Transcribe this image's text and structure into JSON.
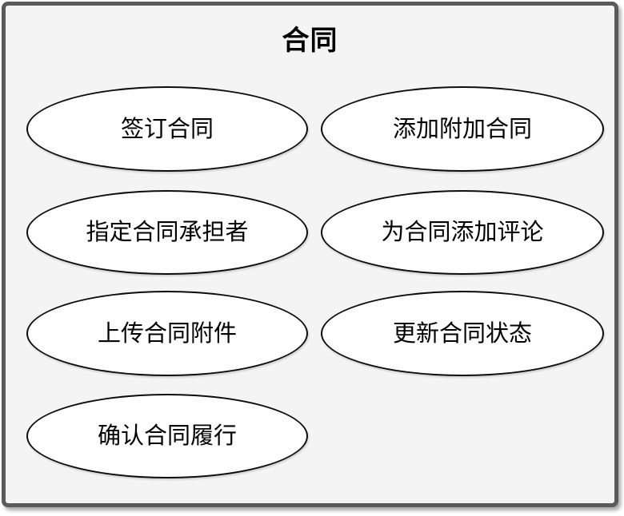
{
  "diagram": {
    "title": "合同",
    "use_cases": [
      {
        "label": "签订合同"
      },
      {
        "label": "添加附加合同"
      },
      {
        "label": "指定合同承担者"
      },
      {
        "label": "为合同添加评论"
      },
      {
        "label": "上传合同附件"
      },
      {
        "label": "更新合同状态"
      },
      {
        "label": "确认合同履行"
      }
    ],
    "colors": {
      "frame_border": "#5a5a5a",
      "canvas_background": "#ffffff",
      "frame_background": "#f4f4f4",
      "node_fill": "#fefefe",
      "node_border": "#0d0d0d",
      "text_color": "#000000"
    }
  }
}
